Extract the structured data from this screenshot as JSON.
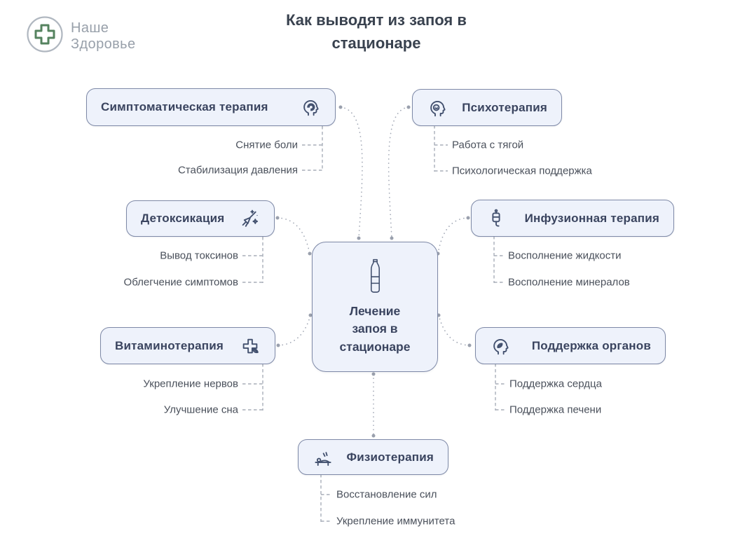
{
  "page": {
    "title_lines": [
      "Как выводят из запоя в",
      "стационаре"
    ]
  },
  "logo": {
    "line1": "Наше",
    "line2": "Здоровье"
  },
  "center": {
    "lines": [
      "Лечение",
      "запоя в",
      "стационаре"
    ]
  },
  "branches": [
    {
      "label": "Симптоматическая терапия",
      "icon": "dizzy-head-icon",
      "items": [
        "Снятие боли",
        "Стабилизация давления"
      ]
    },
    {
      "label": "Психотерапия",
      "icon": "smiling-head-icon",
      "items": [
        "Работа с тягой",
        "Психологическая поддержка"
      ]
    },
    {
      "label": "Детоксикация",
      "icon": "broom-sparkles-icon",
      "items": [
        "Вывод токсинов",
        "Облегчение симптомов"
      ]
    },
    {
      "label": "Инфузионная терапия",
      "icon": "iv-drip-icon",
      "items": [
        "Восполнение жидкости",
        "Восполнение минералов"
      ]
    },
    {
      "label": "Витаминотерапия",
      "icon": "medical-cross-leaf-icon",
      "items": [
        "Укрепление нервов",
        "Улучшение сна"
      ]
    },
    {
      "label": "Поддержка органов",
      "icon": "head-leaf-icon",
      "items": [
        "Поддержка сердца",
        "Поддержка печени"
      ]
    },
    {
      "label": "Физиотерапия",
      "icon": "massage-table-icon",
      "items": [
        "Восстановление сил",
        "Укрепление иммунитета"
      ]
    }
  ],
  "colors": {
    "node_bg": "#eef2fb",
    "node_border": "#7e89a7",
    "text_dark": "#3a445f",
    "text_muted": "#4a505b",
    "line_gray": "#a3a9b6",
    "logo_green": "#55835f",
    "logo_gray": "#98a0aa"
  }
}
